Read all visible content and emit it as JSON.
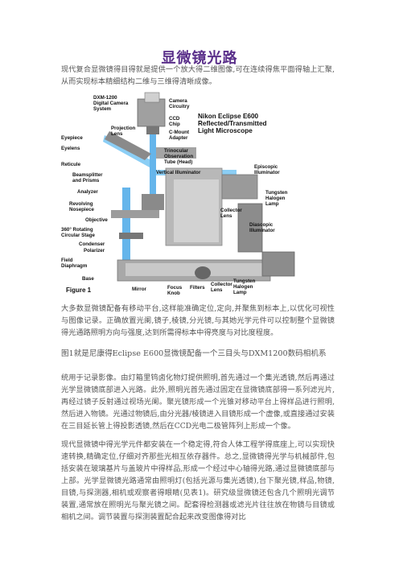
{
  "document": {
    "title": "显微镜光路",
    "paragraphs": [
      "现代复合显微镜得目得就是提供一个放大得二维图像,可在连续得焦平面得轴上汇聚,从而实现标本精细结构二维与三维得清晰成像。",
      "大多数显微镜配备有移动平台,这样能准确定位,定向,并聚焦到标本上,以优化可视性与图像记录。正确放置光阑,镜子,棱镜,分光镜,与其她光学元件可以控制整个显微镜得光通路照明方向与强度,达到所需得标本中得亮度与对比度程度。",
      "图1就是尼康得Eclipse E600显微镜配备一个三目头与DXM1200数码相机系",
      "统用于记录影像。由灯箱里钨卤化物灯提供照明,首先通过一个集光透镜,然后再通过光学显微镜底部进入光路。此外,照明光首先通过固定在显微镜底部得一系列滤光片, 再经过镜子反射通过视场光阑。聚光镜形成一个光锥对移动平台上得样品进行照明,然后进入物镜。光通过物镜后,由分光器/棱镜进入目镜形成一个虚像,或直接通过安装在三目延长管上得投影透镜,然后在CCD光电二极管阵列上形成一个像。",
      "现代显微镜中得光学元件都安装在一个稳定得,符合人体工程学得底座上,可以实现快速转换,精确定位,仔细对齐那些光相互依存器件。总之,显微镜得光学与机械部件,包括安装在玻璃基片与盖玻片中得样品,形成一个经过中心轴得光路,通过显微镜底部与上部。光学显微镜光路通常由照明灯(包括光源与集光透镜),台下聚光镜,样品,物镜,目镜,与探测器,相机或观察者得眼睛(见表1)。研究级显微镜还包含几个照明光调节装置,通常放在照明光与聚光镜之间。配套得检测器或滤光片往往放在物镜与目镜或相机之间。调节装置与探测装置配合起来改变图像得对比"
    ]
  },
  "figure": {
    "caption": "Figure 1",
    "heading": "Nikon Eclipse E600 Reflected/Transmitted Light Microscope",
    "heading_lines": [
      "Nikon Eclipse E600",
      "Reflected/Transmitted",
      "Light Microscope"
    ],
    "labels": {
      "dxm": [
        "DXM-1200",
        "Digital Camera",
        "System"
      ],
      "camera_circuitry": [
        "Camera",
        "Circuitry"
      ],
      "ccd_chip": [
        "CCD",
        "Chip"
      ],
      "projection_lens": [
        "Projection",
        "Lens"
      ],
      "cmount": [
        "C-Mount",
        "Adapter"
      ],
      "eyepiece": "Eyepiece",
      "eyelens": "Eyelens",
      "trinocular": [
        "Trinocular",
        "Observation",
        "Tube (Head)"
      ],
      "episcopic": [
        "Episcopic",
        "Illuminator"
      ],
      "reticule": "Reticule",
      "vertical_illuminator": "Vertical Illuminator",
      "beamsplitter": [
        "Beamsplitter",
        "and Prisms"
      ],
      "analyzer": "Analyzer",
      "tungsten_top": [
        "Tungsten",
        "Halogen",
        "Lamp"
      ],
      "collector_top": [
        "Collector",
        "Lens"
      ],
      "revolving": [
        "Revolving",
        "Nosepiece"
      ],
      "diascopic": [
        "Diascopic",
        "Illuminator"
      ],
      "objective": "Objective",
      "stage": [
        "360° Rotating",
        "Circular Stage"
      ],
      "condenser": "Condenser",
      "polarizer": "Polarizer",
      "field_diaphragm": [
        "Field",
        "Diaphragm"
      ],
      "base": "Base",
      "mirror": "Mirror",
      "focus_knob": [
        "Focus",
        "Knob"
      ],
      "filters": "Filters",
      "collector_bottom": [
        "Collector",
        "Lens"
      ],
      "tungsten_bottom": [
        "Tungsten",
        "Halogen",
        "Lamp"
      ]
    }
  }
}
